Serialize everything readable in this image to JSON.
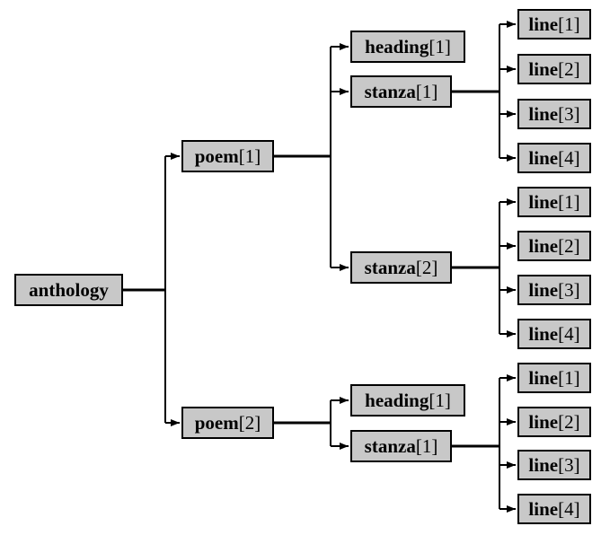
{
  "diagram": {
    "type": "tree",
    "description": "XML document structure tree of an anthology",
    "colors": {
      "background": "#ffffff",
      "node_fill": "#c8c8c8",
      "node_border": "#000000",
      "edge_color": "#000000",
      "text_color": "#000000"
    },
    "root": {
      "name": "anthology",
      "index": ""
    },
    "poems": [
      {
        "name": "poem",
        "index": "[1]",
        "children": [
          {
            "name": "heading",
            "index": "[1]"
          },
          {
            "name": "stanza",
            "index": "[1]",
            "lines": [
              {
                "name": "line",
                "index": "[1]"
              },
              {
                "name": "line",
                "index": "[2]"
              },
              {
                "name": "line",
                "index": "[3]"
              },
              {
                "name": "line",
                "index": "[4]"
              }
            ]
          },
          {
            "name": "stanza",
            "index": "[2]",
            "lines": [
              {
                "name": "line",
                "index": "[1]"
              },
              {
                "name": "line",
                "index": "[2]"
              },
              {
                "name": "line",
                "index": "[3]"
              },
              {
                "name": "line",
                "index": "[4]"
              }
            ]
          }
        ]
      },
      {
        "name": "poem",
        "index": "[2]",
        "children": [
          {
            "name": "heading",
            "index": "[1]"
          },
          {
            "name": "stanza",
            "index": "[1]",
            "lines": [
              {
                "name": "line",
                "index": "[1]"
              },
              {
                "name": "line",
                "index": "[2]"
              },
              {
                "name": "line",
                "index": "[3]"
              },
              {
                "name": "line",
                "index": "[4]"
              }
            ]
          }
        ]
      }
    ]
  }
}
